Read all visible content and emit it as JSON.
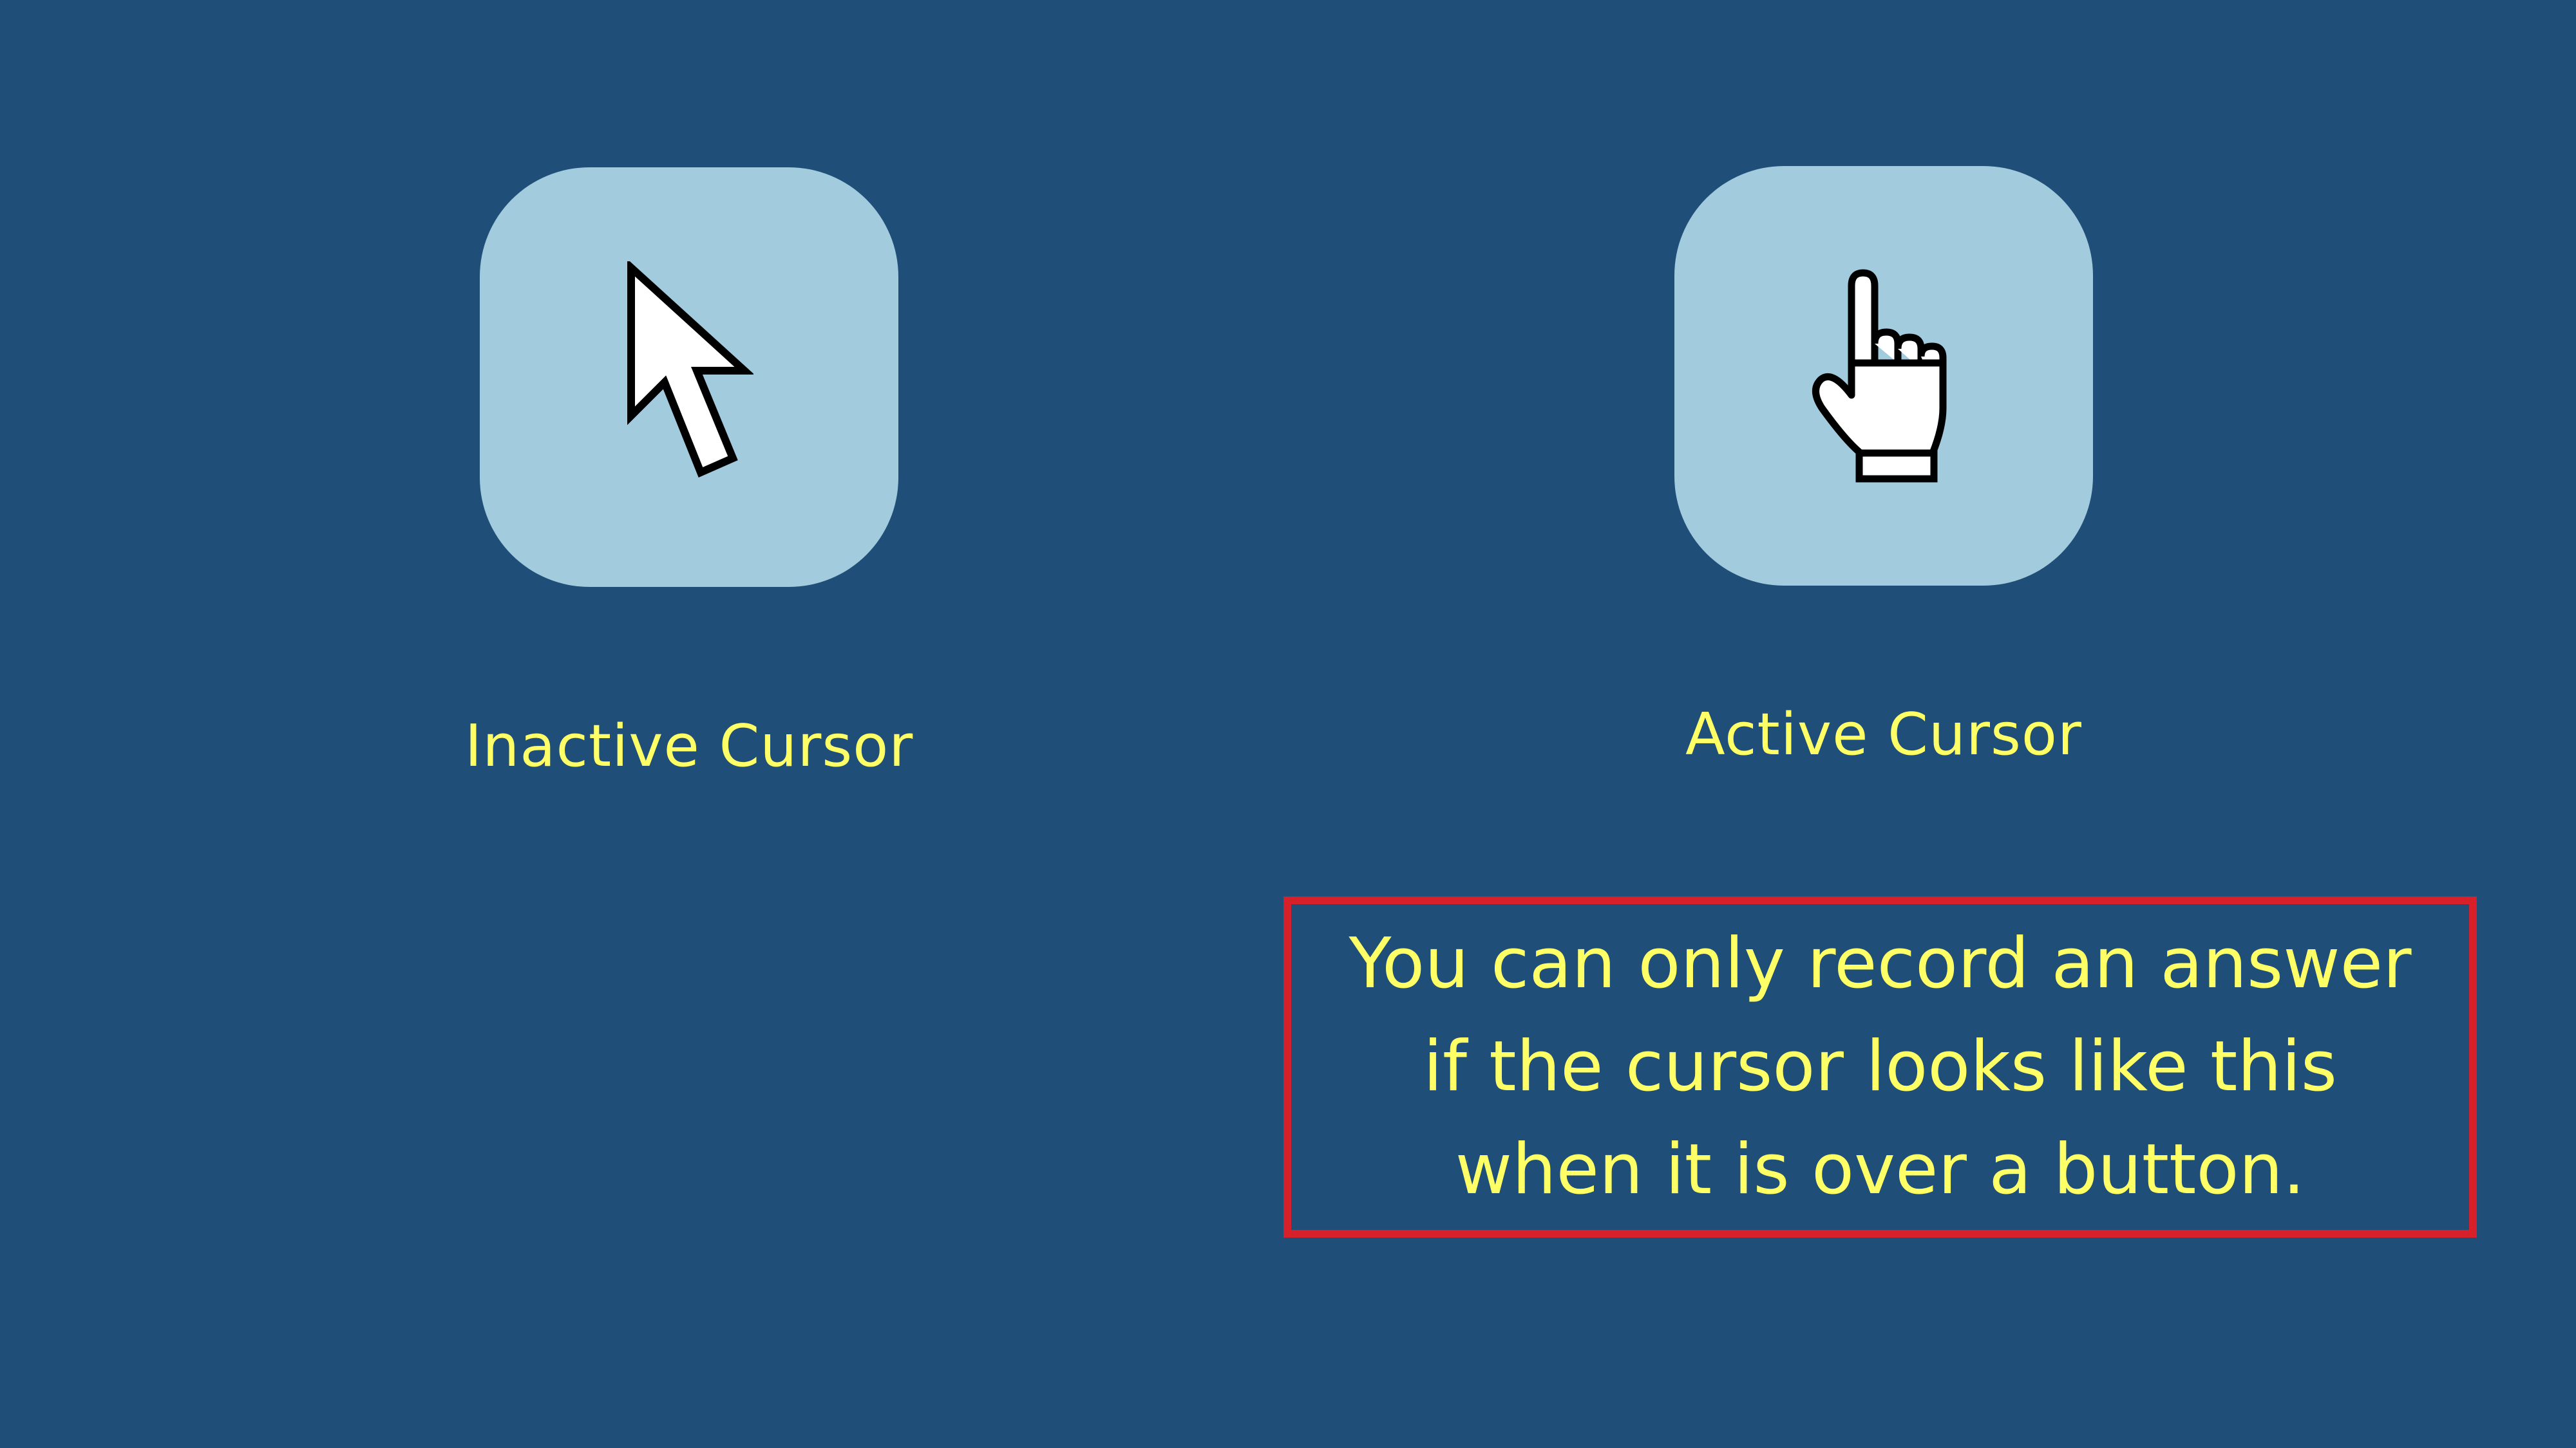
{
  "inactive": {
    "label": "Inactive Cursor",
    "icon": "arrow-pointer-icon"
  },
  "active": {
    "label": "Active Cursor",
    "icon": "hand-pointer-icon"
  },
  "note": {
    "lines": [
      "You can only record an answer",
      "if the cursor looks like this",
      "when it is over a button."
    ]
  },
  "colors": {
    "background": "#1f4e78",
    "tile": "#a2cbde",
    "text": "#ffff66",
    "border": "#d8202a"
  }
}
